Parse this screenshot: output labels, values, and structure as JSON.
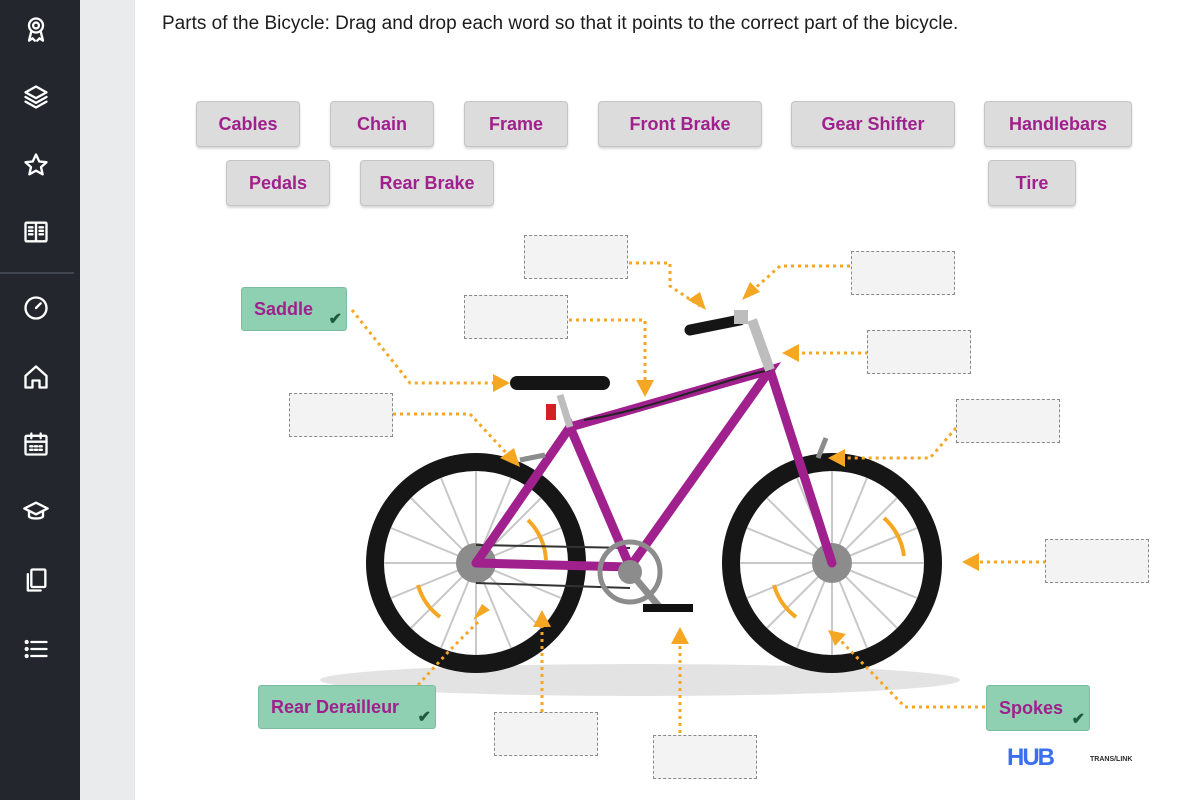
{
  "sidebar": {
    "icons": [
      "award-icon",
      "layers-icon",
      "star-icon",
      "book-icon",
      "dashboard-gauge-icon",
      "home-icon",
      "calendar-icon",
      "graduation-cap-icon",
      "copy-document-icon",
      "list-icon"
    ]
  },
  "activity": {
    "instructions": "Parts of the Bicycle: Drag and drop each word so that it points to the correct part of the bicycle."
  },
  "word_bank": [
    {
      "label": "Cables"
    },
    {
      "label": "Chain"
    },
    {
      "label": "Frame"
    },
    {
      "label": "Front Brake"
    },
    {
      "label": "Gear Shifter"
    },
    {
      "label": "Handlebars"
    },
    {
      "label": "Pedals"
    },
    {
      "label": "Rear Brake"
    },
    {
      "label": "Tire"
    }
  ],
  "placed_labels": [
    {
      "label": "Saddle",
      "status": "correct"
    },
    {
      "label": "Rear Derailleur",
      "status": "correct"
    },
    {
      "label": "Spokes",
      "status": "correct"
    }
  ],
  "logos": {
    "hub": "HUB",
    "trans": "TRANS/LINK"
  },
  "colors": {
    "sidebar_bg": "#23272d",
    "label_text": "#a0208d",
    "correct_bg": "#8fd0b3",
    "bike_frame": "#a0208d",
    "arrow": "#f5a623"
  }
}
